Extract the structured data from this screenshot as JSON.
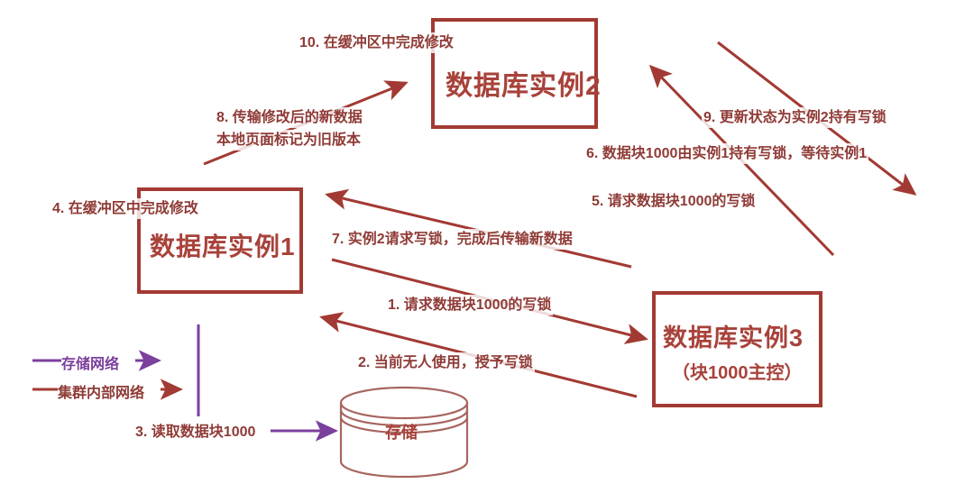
{
  "diagram": {
    "title_hidden": "",
    "colors": {
      "cluster_network": "#a23a33",
      "storage_network": "#7b3f9d",
      "box_border": "#a23a33",
      "text": "#8f3b36",
      "background": "#ffffff"
    },
    "nodes": [
      {
        "id": "instance1",
        "label": "数据库实例1",
        "sub": ""
      },
      {
        "id": "instance2",
        "label": "数据库实例2",
        "sub": ""
      },
      {
        "id": "instance3",
        "label": "数据库实例3",
        "sub": "（块1000主控）"
      },
      {
        "id": "storage",
        "label": "存储",
        "sub": ""
      }
    ],
    "steps": [
      {
        "num": "1",
        "text": "1. 请求数据块1000的写锁"
      },
      {
        "num": "2",
        "text": "2. 当前无人使用，授予写锁"
      },
      {
        "num": "3",
        "text": "3. 读取数据块1000"
      },
      {
        "num": "4",
        "text": "4. 在缓冲区中完成修改"
      },
      {
        "num": "5",
        "text": "5. 请求数据块1000的写锁"
      },
      {
        "num": "6",
        "text": "6. 数据块1000由实例1持有写锁，等待实例1"
      },
      {
        "num": "7",
        "text": "7. 实例2请求写锁，完成后传输新数据"
      },
      {
        "num": "8a",
        "text": "8. 传输修改后的新数据"
      },
      {
        "num": "8b",
        "text": "本地页面标记为旧版本"
      },
      {
        "num": "9",
        "text": "9. 更新状态为实例2持有写锁"
      },
      {
        "num": "10",
        "text": "10. 在缓冲区中完成修改"
      }
    ],
    "legend": [
      {
        "id": "storage-network",
        "label": "存储网络",
        "color": "#7b3f9d"
      },
      {
        "id": "cluster-network",
        "label": "集群内部网络",
        "color": "#a23a33"
      }
    ]
  }
}
